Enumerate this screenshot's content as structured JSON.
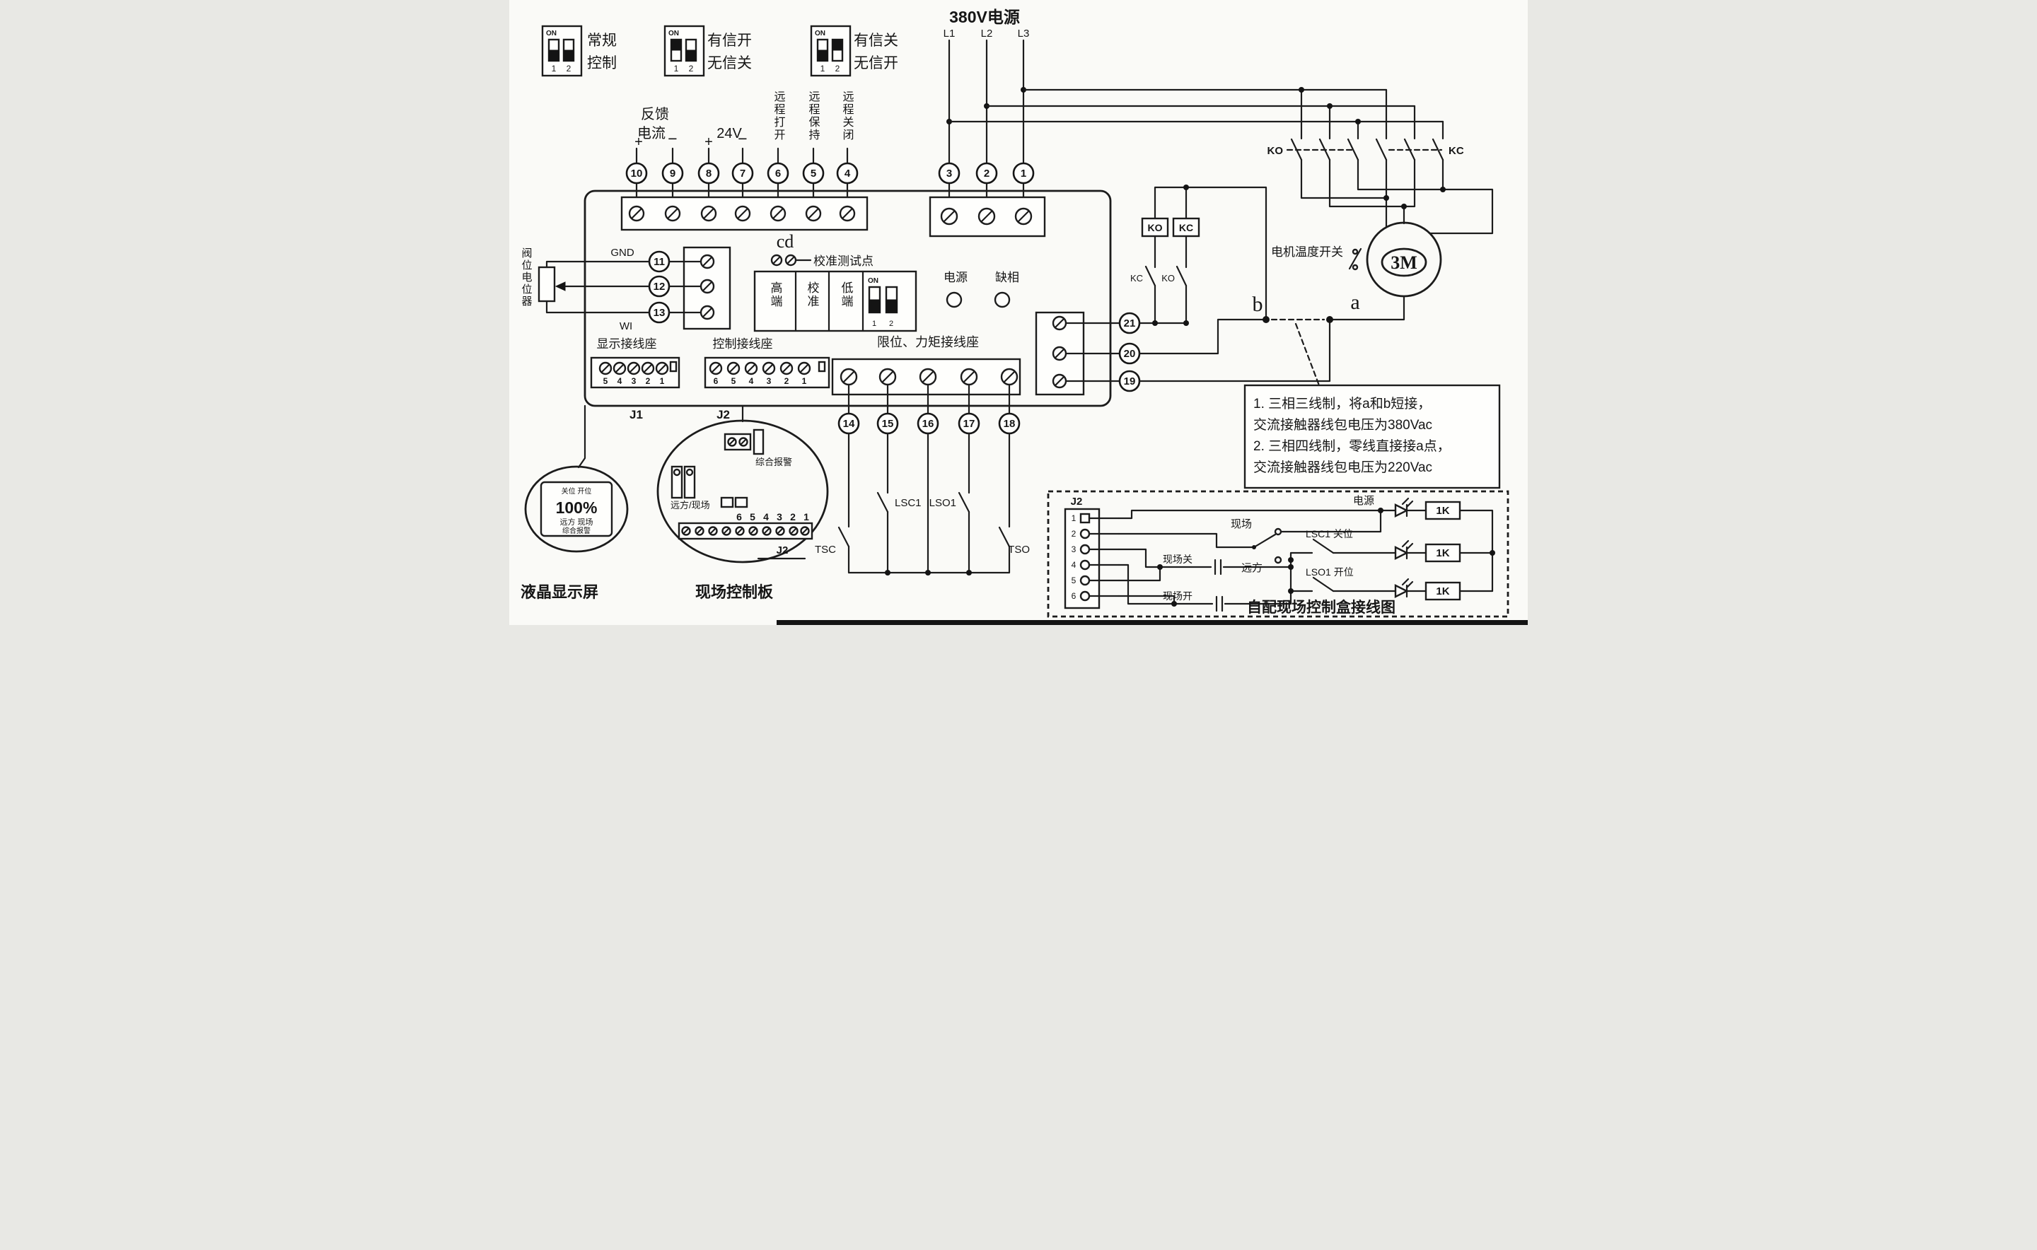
{
  "legend": {
    "dip1": {
      "on": "ON",
      "n1": "1",
      "n2": "2",
      "line1": "常规",
      "line2": "控制"
    },
    "dip2": {
      "on": "ON",
      "n1": "1",
      "n2": "2",
      "line1": "有信开",
      "line2": "无信关"
    },
    "dip3": {
      "on": "ON",
      "n1": "1",
      "n2": "2",
      "line1": "有信关",
      "line2": "无信开"
    }
  },
  "power": {
    "title": "380V电源",
    "l1": "L1",
    "l2": "L2",
    "l3": "L3"
  },
  "inputs": {
    "feedback_line1": "反馈",
    "feedback_line2": "电流",
    "v24": "24V",
    "plus_fb": "+",
    "minus_fb": "−",
    "plus_24": "+",
    "minus_24": "−",
    "remote_open": "远程打开",
    "remote_hold": "远程保持",
    "remote_close": "远程关闭"
  },
  "terminals": {
    "t1": "1",
    "t2": "2",
    "t3": "3",
    "t4": "4",
    "t5": "5",
    "t6": "6",
    "t7": "7",
    "t8": "8",
    "t9": "9",
    "t10": "10",
    "t11": "11",
    "t12": "12",
    "t13": "13",
    "t14": "14",
    "t15": "15",
    "t16": "16",
    "t17": "17",
    "t18": "18",
    "t19": "19",
    "t20": "20",
    "t21": "21"
  },
  "board": {
    "gnd": "GND",
    "wi": "WI",
    "cd": "cd",
    "cal_test": "校准测试点",
    "cal_high": "高端",
    "cal_mid": "校准",
    "cal_low": "低端",
    "cal_on": "ON",
    "cal_n1": "1",
    "cal_n2": "2",
    "power_lamp": "电源",
    "phase_lamp": "缺相",
    "display_block": "显示接线座",
    "control_block": "控制接线座",
    "limit_block": "限位、力矩接线座",
    "display_pins": [
      "5",
      "4",
      "3",
      "2",
      "1"
    ],
    "control_pins": [
      "6",
      "5",
      "4",
      "3",
      "2",
      "1"
    ],
    "j1": "J1",
    "j2": "J2"
  },
  "potentiometer": {
    "label": "阀位电位器"
  },
  "lcd": {
    "row1": "关位 开位",
    "value": "100%",
    "row2": "远方 现场",
    "row3": "综合报警",
    "caption": "液晶显示屏"
  },
  "field_board": {
    "alarm": "综合报警",
    "remote_local": "远方/现场",
    "pins": [
      "6",
      "5",
      "4",
      "3",
      "2",
      "1"
    ],
    "j2": "J2",
    "caption": "现场控制板"
  },
  "limit_switches": {
    "tsc": "TSC",
    "lsc1": "LSC1",
    "lso1": "LSO1",
    "tso": "TSO"
  },
  "contactor": {
    "ko_bank": "KO",
    "kc_bank": "KC",
    "ko_coil": "KO",
    "kc_coil": "KC",
    "kc_interlock": "KC",
    "ko_interlock": "KO",
    "motor": "3M",
    "temp_switch": "电机温度开关",
    "point_a": "a",
    "point_b": "b"
  },
  "note": {
    "line1": "1. 三相三线制，将a和b短接，",
    "line2": "交流接触器线包电压为380Vac",
    "line3": "2. 三相四线制，零线直接接a点，",
    "line4": "交流接触器线包电压为220Vac"
  },
  "control_box": {
    "j2": "J2",
    "pins": [
      "1",
      "2",
      "3",
      "4",
      "5",
      "6"
    ],
    "local": "现场",
    "remote": "远方",
    "local_close": "现场关",
    "local_open": "现场开",
    "power": "电源",
    "lsc1": "LSC1 关位",
    "lso1": "LSO1 开位",
    "r1": "1K",
    "r2": "1K",
    "r3": "1K",
    "caption": "自配现场控制盒接线图"
  }
}
